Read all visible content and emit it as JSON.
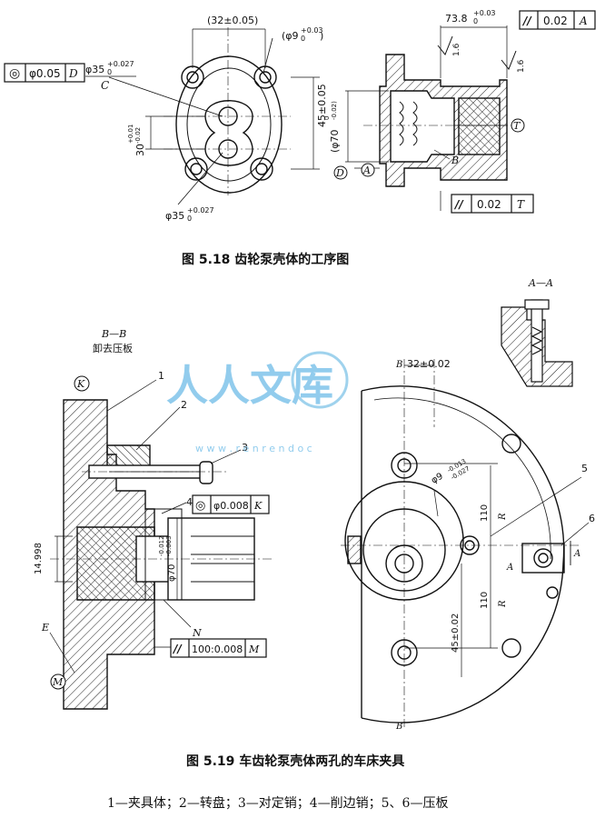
{
  "fig518": {
    "caption": "图 5.18  齿轮泵壳体的工序图",
    "dim_spacing": "(32±0.05)",
    "dim_hole": "(φ9",
    "dim_hole_tol": "+0.03",
    "dim_hole_tol2": "0",
    "dim_hole_close": ")",
    "dim_bore_top": "φ35",
    "dim_bore_top_tol": "+0.027",
    "dim_bore_top_tol2": "0",
    "datum_c": "C",
    "frame_concentric_sym": "◎",
    "frame_concentric_val": "φ0.05",
    "frame_concentric_ref": "D",
    "dim_45": "45±0.05",
    "dim_30": "30",
    "dim_30_tol": "+0.01",
    "dim_30_tol2": "-0.02",
    "dim_bore_bottom": "φ35",
    "dim_bore_bottom_tol": "+0.027",
    "dim_bore_bottom_tol2": "0",
    "dim_738": "73.8",
    "dim_738_tol": "+0.03",
    "dim_738_tol2": "0",
    "frame_parallel_top_sym": "//",
    "frame_parallel_top_val": "0.02",
    "frame_parallel_top_ref": "A",
    "rough_1": "1.6",
    "rough_2": "1.6",
    "dim_70": "(φ70",
    "dim_70_tol": "0",
    "dim_70_tol2": "-0.02)",
    "datum_t": "T",
    "datum_b": "B",
    "datum_d": "D",
    "datum_a": "A",
    "frame_parallel_bottom_sym": "//",
    "frame_parallel_bottom_val": "0.02",
    "frame_parallel_bottom_ref": "T"
  },
  "fig519": {
    "caption": "图 5.19  车齿轮泵壳体两孔的车床夹具",
    "legend": "1—夹具体；2—转盘；3—对定销；4—削边销；5、6—压板",
    "section_bb": "B—B",
    "section_bb_note": "卸去压板",
    "section_aa": "A—A",
    "label_1": "1",
    "label_2": "2",
    "label_3": "3",
    "label_4": "4",
    "label_5": "5",
    "label_6": "6",
    "datum_k": "K",
    "datum_e": "E",
    "datum_m": "M",
    "datum_n": "N",
    "frame_concentric_sym": "◎",
    "frame_concentric_val": "φ0.008",
    "frame_concentric_ref": "K",
    "frame_parallel_sym": "//",
    "frame_parallel_val": "100:0.008",
    "frame_parallel_ref": "M",
    "dim_14998": "14.998",
    "dim_70": "φ70",
    "dim_70_tol": "-0.012",
    "dim_70_tol2": "-0.003",
    "label_b_top": "B",
    "dim_32": "32±0.02",
    "dim_phi9": "φ9",
    "dim_phi9_tol": "-0.013",
    "dim_phi9_tol2": "-0.027",
    "dim_110_top": "110",
    "dim_110_bottom": "110",
    "label_r_top": "R",
    "label_r_bottom": "R",
    "dim_45": "45±0.02",
    "label_a_left": "A",
    "label_a_right": "A",
    "label_b_bottom": "B"
  },
  "watermark": {
    "text_cn": "人人文库",
    "text_url": "w w w . r e n r e n d o c"
  }
}
